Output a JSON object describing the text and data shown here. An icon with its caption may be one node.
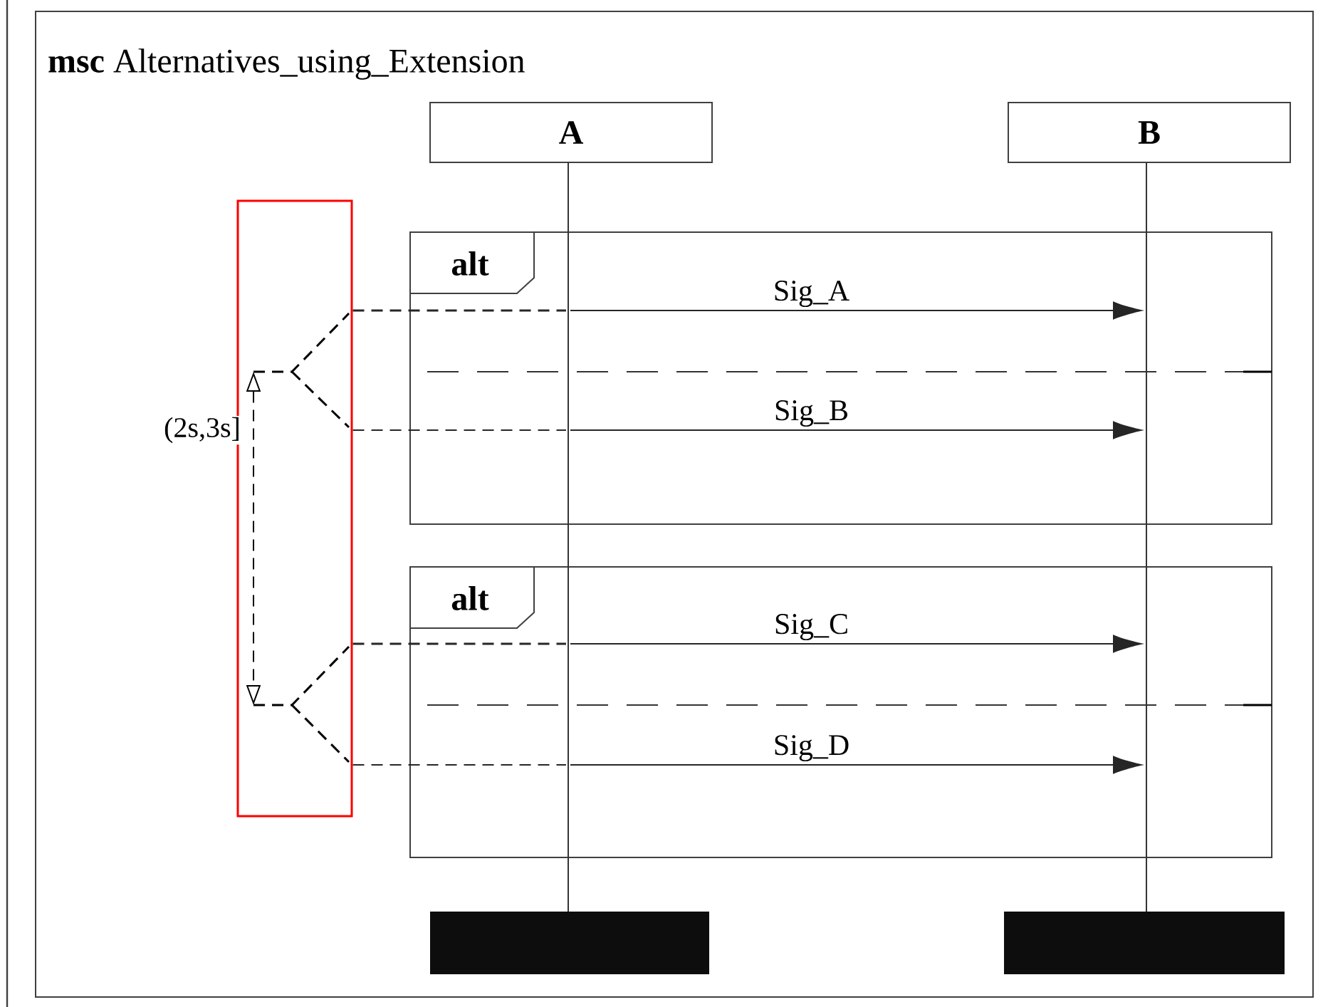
{
  "diagram": {
    "title": "**msc** Alternatives_using_Extension",
    "nodes": [
      {
        "text": [
          "A"
        ]
      },
      {
        "text": [
          "B"
        ]
      },
      {
        "text": [
          "alt"
        ]
      },
      {
        "text": [
          "alt"
        ]
      },
      {
        "text": [],
        "shape": "bar"
      },
      {
        "text": [],
        "shape": "bar"
      },
      {
        "text": [],
        "shape": "line"
      },
      {
        "text": [],
        "shape": "line"
      },
      {
        "text": [],
        "shape": "box"
      }
    ],
    "edges": [
      {
        "from": 6,
        "to": 7,
        "arrow": "to",
        "label": "Sig_A"
      },
      {
        "from": 6,
        "to": 7,
        "arrow": "to",
        "label": "Sig_B"
      },
      {
        "from": 6,
        "to": 7,
        "arrow": "to",
        "label": "Sig_C"
      },
      {
        "from": 6,
        "to": 7,
        "arrow": "to",
        "label": "Sig_D"
      },
      {
        "from": 8,
        "to": 6,
        "arrow": "none",
        "style": "dashed"
      },
      {
        "from": 8,
        "to": 6,
        "arrow": "none",
        "style": "dashed"
      },
      {
        "from": 8,
        "to": 6,
        "arrow": "none",
        "style": "dashed"
      },
      {
        "from": 8,
        "to": 6,
        "arrow": "none",
        "style": "dashed"
      }
    ],
    "labels": [
      "(2s,3s]"
    ]
  }
}
